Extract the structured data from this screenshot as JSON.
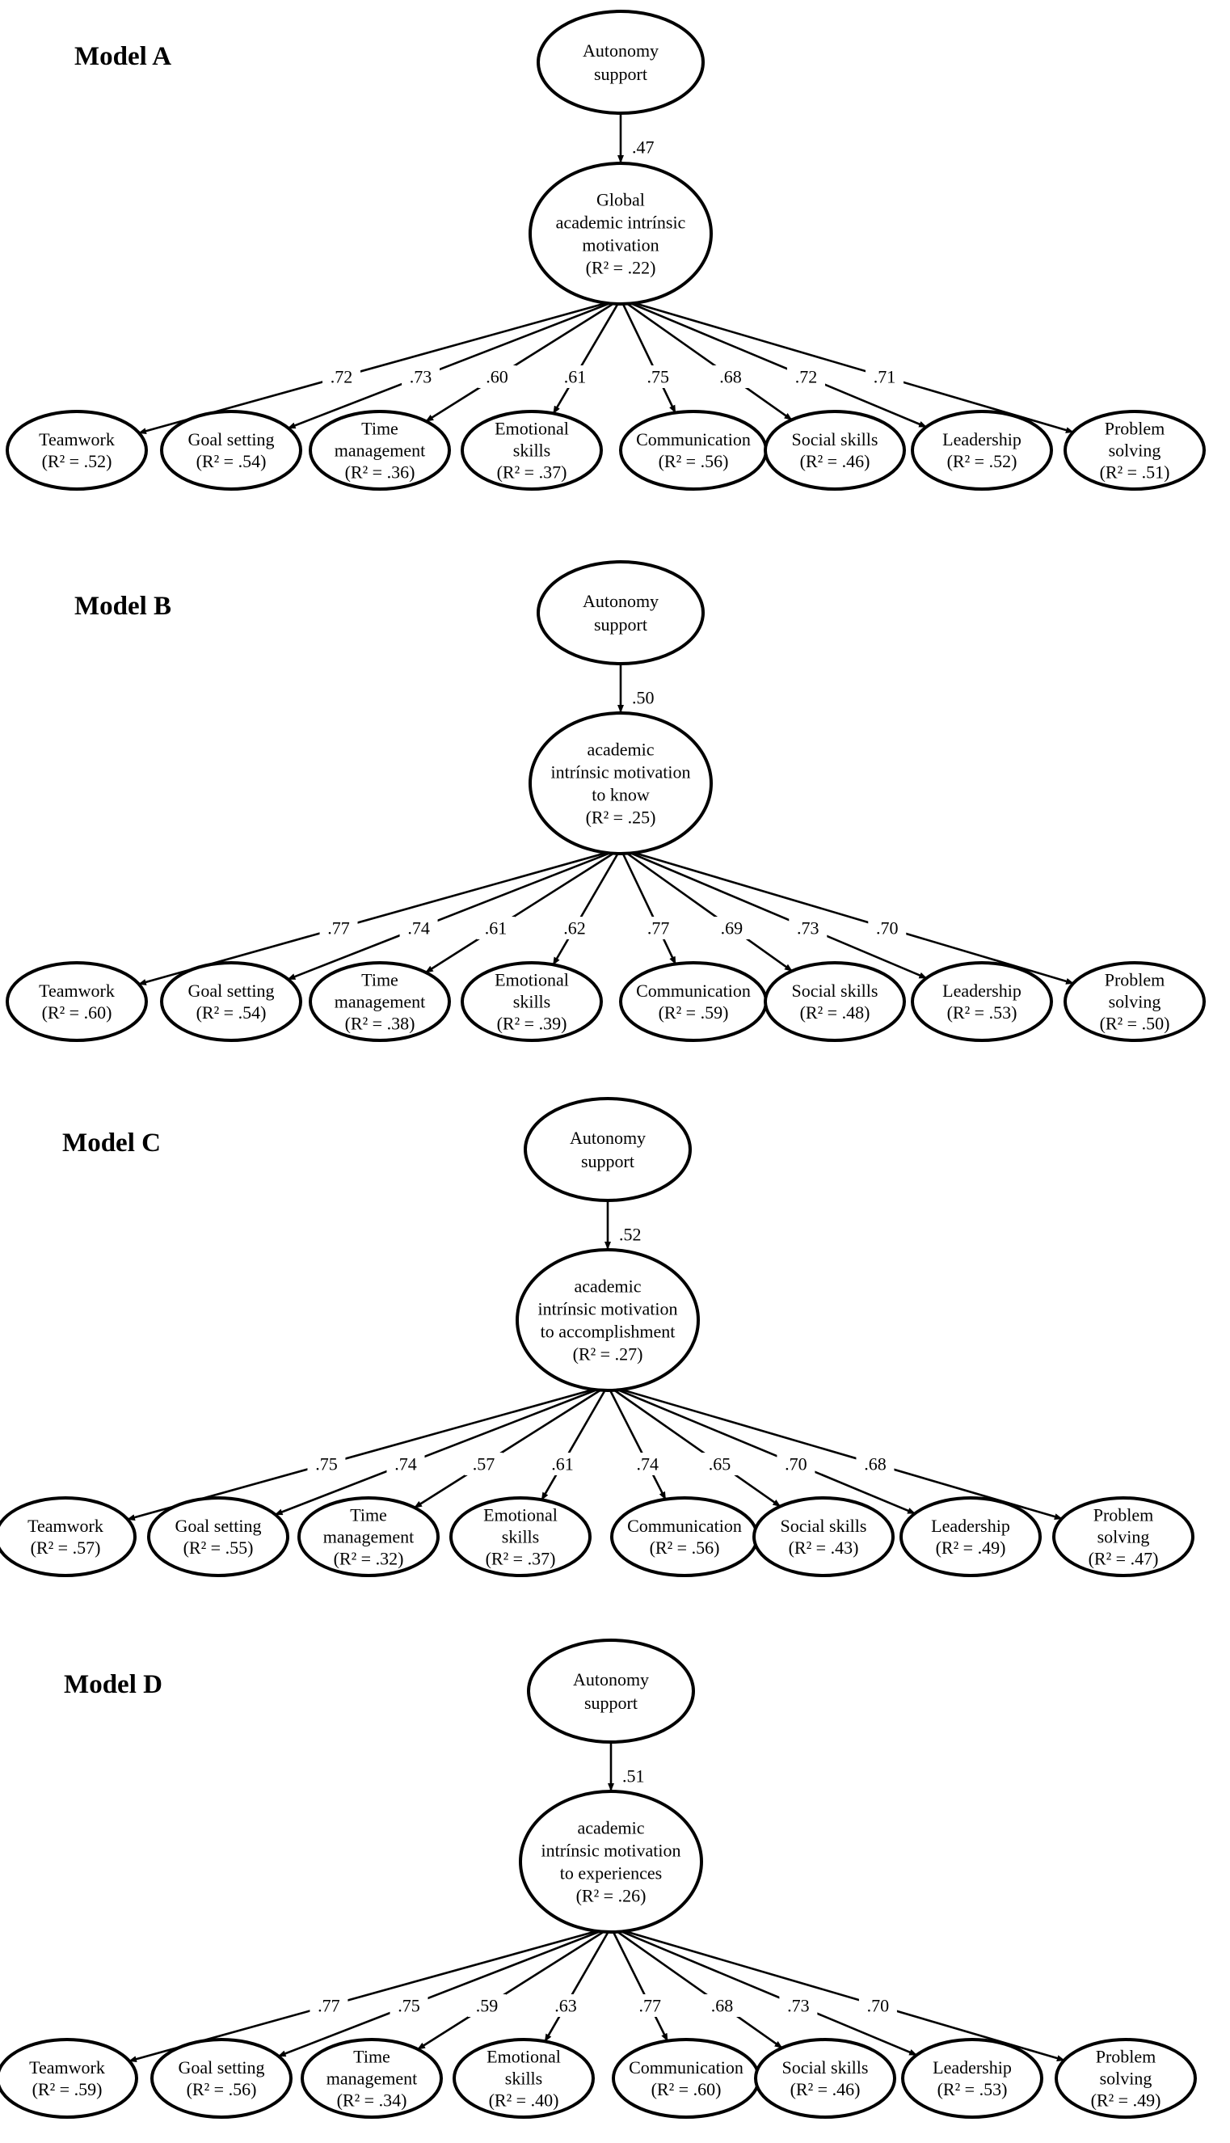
{
  "models": [
    {
      "title": "Model A",
      "top": [
        "Autonomy",
        "support"
      ],
      "beta": ".47",
      "mid": [
        "Global",
        "academic intrínsic",
        "motivation",
        "(R² = .22)"
      ],
      "loadings": [
        ".72",
        ".73",
        ".60",
        ".61",
        ".75",
        ".68",
        ".72",
        ".71"
      ],
      "outcomes": [
        [
          "Teamwork",
          "(R² = .52)"
        ],
        [
          "Goal setting",
          "(R² = .54)"
        ],
        [
          "Time",
          "management",
          "(R² = .36)"
        ],
        [
          "Emotional",
          "skills",
          "(R² = .37)"
        ],
        [
          "Communication",
          "(R² = .56)"
        ],
        [
          "Social skills",
          "(R² = .46)"
        ],
        [
          "Leadership",
          "(R² = .52)"
        ],
        [
          "Problem",
          "solving",
          "(R² = .51)"
        ]
      ]
    },
    {
      "title": "Model B",
      "top": [
        "Autonomy",
        "support"
      ],
      "beta": ".50",
      "mid": [
        "academic",
        "intrínsic motivation",
        "to know",
        "(R² = .25)"
      ],
      "loadings": [
        ".77",
        ".74",
        ".61",
        ".62",
        ".77",
        ".69",
        ".73",
        ".70"
      ],
      "outcomes": [
        [
          "Teamwork",
          "(R² = .60)"
        ],
        [
          "Goal setting",
          "(R² = .54)"
        ],
        [
          "Time",
          "management",
          "(R² = .38)"
        ],
        [
          "Emotional",
          "skills",
          "(R² = .39)"
        ],
        [
          "Communication",
          "(R² = .59)"
        ],
        [
          "Social skills",
          "(R² = .48)"
        ],
        [
          "Leadership",
          "(R² = .53)"
        ],
        [
          "Problem",
          "solving",
          "(R² = .50)"
        ]
      ]
    },
    {
      "title": "Model C",
      "top": [
        "Autonomy",
        "support"
      ],
      "beta": ".52",
      "mid": [
        "academic",
        "intrínsic motivation",
        "to accomplishment",
        "(R² = .27)"
      ],
      "loadings": [
        ".75",
        ".74",
        ".57",
        ".61",
        ".74",
        ".65",
        ".70",
        ".68"
      ],
      "outcomes": [
        [
          "Teamwork",
          "(R² = .57)"
        ],
        [
          "Goal setting",
          "(R² = .55)"
        ],
        [
          "Time",
          "management",
          "(R² = .32)"
        ],
        [
          "Emotional",
          "skills",
          "(R² = .37)"
        ],
        [
          "Communication",
          "(R² = .56)"
        ],
        [
          "Social skills",
          "(R² = .43)"
        ],
        [
          "Leadership",
          "(R² = .49)"
        ],
        [
          "Problem",
          "solving",
          "(R² = .47)"
        ]
      ]
    },
    {
      "title": "Model D",
      "top": [
        "Autonomy",
        "support"
      ],
      "beta": ".51",
      "mid": [
        "academic",
        "intrínsic motivation",
        "to experiences",
        "(R² = .26)"
      ],
      "loadings": [
        ".77",
        ".75",
        ".59",
        ".63",
        ".77",
        ".68",
        ".73",
        ".70"
      ],
      "outcomes": [
        [
          "Teamwork",
          "(R² = .59)"
        ],
        [
          "Goal setting",
          "(R² = .56)"
        ],
        [
          "Time",
          "management",
          "(R² = .34)"
        ],
        [
          "Emotional",
          "skills",
          "(R² = .40)"
        ],
        [
          "Communication",
          "(R² = .60)"
        ],
        [
          "Social skills",
          "(R² = .46)"
        ],
        [
          "Leadership",
          "(R² = .53)"
        ],
        [
          "Problem",
          "solving",
          "(R² = .49)"
        ]
      ]
    }
  ]
}
